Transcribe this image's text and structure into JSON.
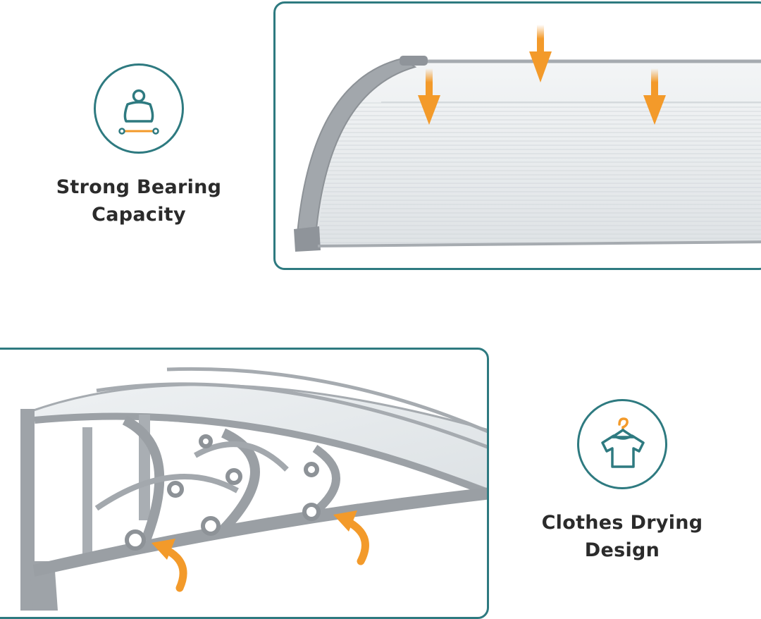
{
  "features": {
    "bearing": {
      "icon": "weight-icon",
      "line1": "Strong Bearing",
      "line2": "Capacity"
    },
    "clothes": {
      "icon": "shirt-on-hanger-icon",
      "line1": "Clothes Drying",
      "line2": "Design"
    }
  },
  "colors": {
    "teal": "#2e7a80",
    "orange": "#f39a2a",
    "gray_frame": "#9a9ea3",
    "panel": "#e9ecee"
  }
}
